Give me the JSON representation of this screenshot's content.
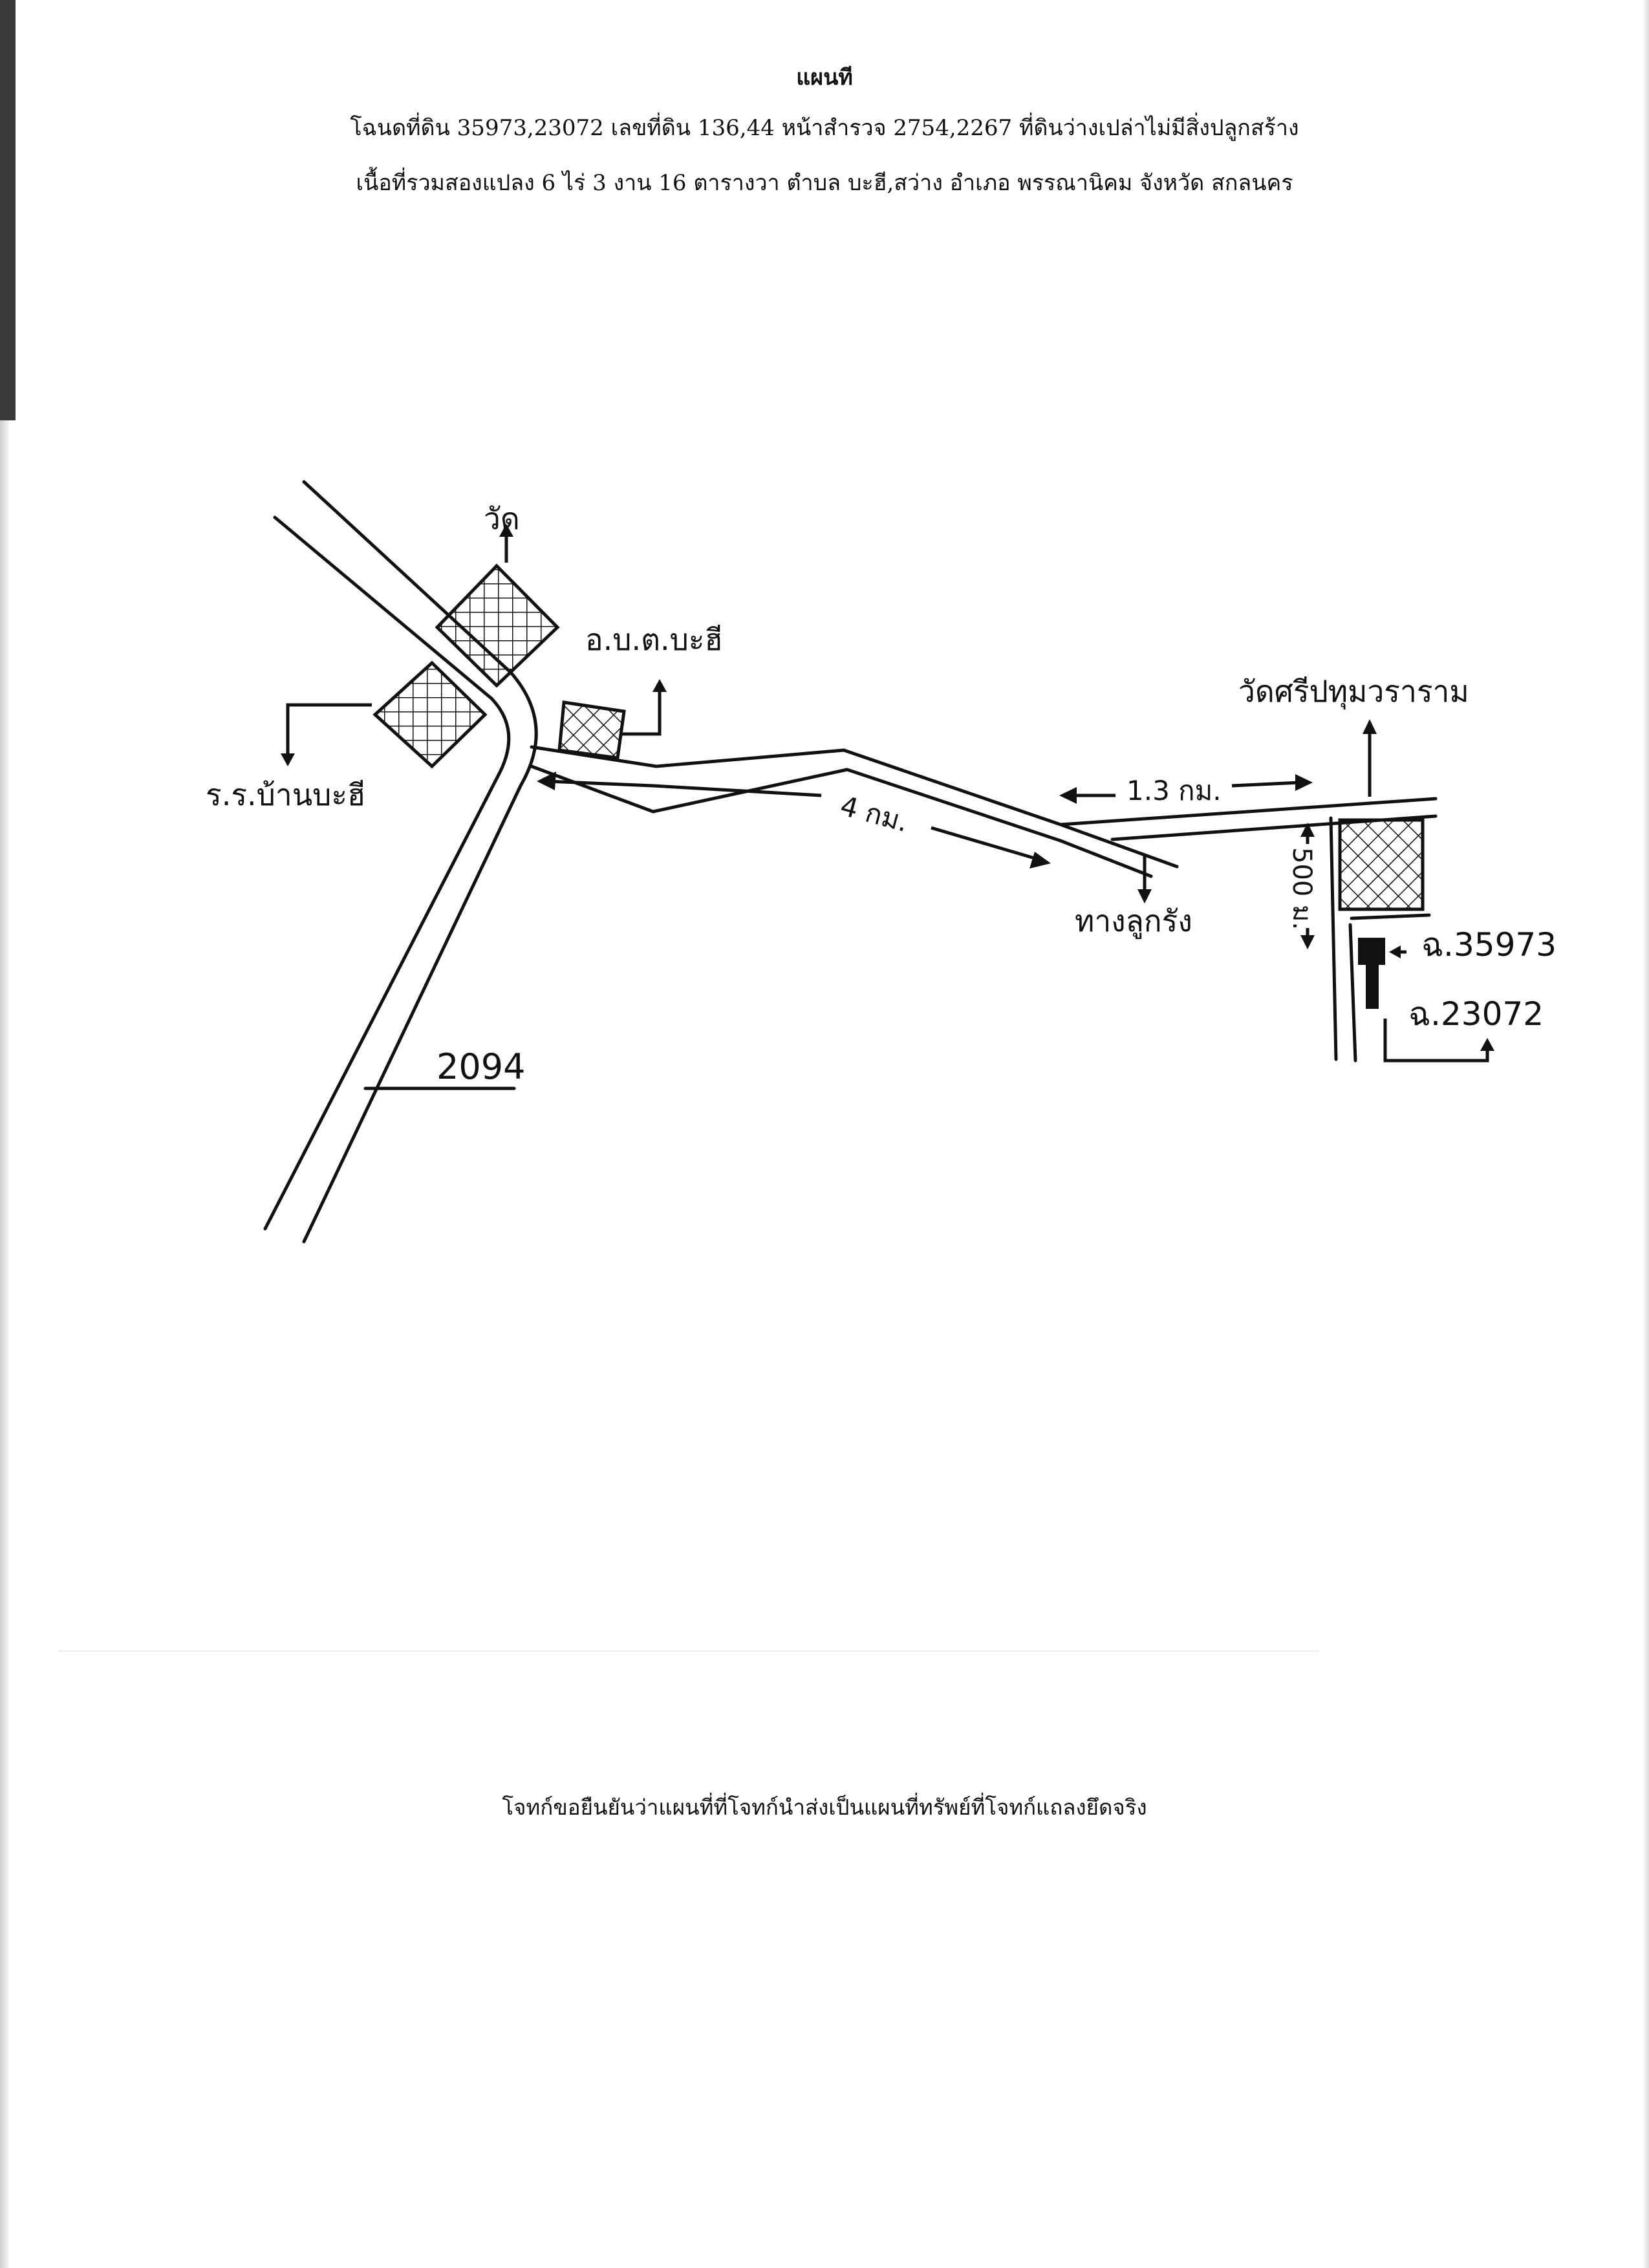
{
  "document": {
    "title": "แผนที",
    "line1": "โฉนดที่ดิน  35973,23072  เลขที่ดิน 136,44 หน้าสำรวจ  2754,2267  ที่ดินว่างเปล่าไม่มีสิ่งปลูกสร้าง",
    "line2": "เนื้อที่รวมสองแปลง 6 ไร่ 3 งาน 16 ตารางวา  ตำบล บะฮี,สว่าง  อำเภอ พรรณานิคม จังหวัด สกลนคร",
    "footer": "โจทก์ขอยืนยันว่าแผนที่ที่โจทก์นำส่งเป็นแผนที่ทรัพย์ที่โจทก์แถลงยึดจริง"
  },
  "map": {
    "labels": {
      "temple": "วัด",
      "sao_office": "อ.บ.ต.บะฮี",
      "school": "ร.ร.บ้านบะฮี",
      "temple_sri": "วัดศรีปทุมวราราม",
      "distance_4km": "4 กม.",
      "distance_1_3km": "1.3 กม.",
      "distance_500m": "500 ม.",
      "to_luk_rang": "ทางลูกรัง",
      "deed_35973": "ฉ.35973",
      "deed_23072": "ฉ.23072",
      "road_number": "2094"
    },
    "colors": {
      "ink": "#111111",
      "paper": "#ffffff"
    }
  }
}
